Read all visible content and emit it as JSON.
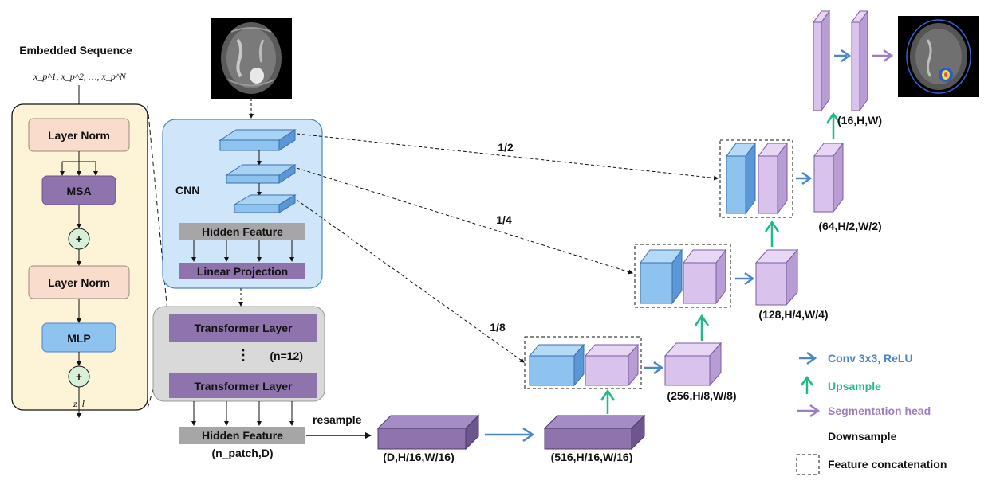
{
  "encoder": {
    "title": "Embedded Sequence",
    "input_seq": "x_p^1, x_p^2, …, x_p^N",
    "block": [
      "Layer Norm",
      "MSA",
      "Layer Norm",
      "MLP"
    ],
    "output": "z_l",
    "plus": "+"
  },
  "cnn": {
    "label": "CNN",
    "hidden_feature": "Hidden Feature",
    "linear_projection": "Linear Projection"
  },
  "transformer": {
    "layer_top": "Transformer Layer",
    "layer_bottom": "Transformer Layer",
    "repeat": "(n=12)",
    "dots": "⋮"
  },
  "bottom": {
    "hidden_feature": "Hidden Feature",
    "shape": "(n_patch,D)",
    "resample": "resample"
  },
  "shapes": {
    "s1": "(D,H/16,W/16)",
    "s2": "(516,H/16,W/16)",
    "s3": "(256,H/8,W/8)",
    "s4": "(128,H/4,W/4)",
    "s5": "(64,H/2,W/2)",
    "s6": "(16,H,W)"
  },
  "skips": {
    "half": "1/2",
    "quarter": "1/4",
    "eighth": "1/8"
  },
  "legend": {
    "conv": "Conv 3x3, ReLU",
    "upsample": "Upsample",
    "seghead": "Segmentation head",
    "downsample": "Downsample",
    "concat": "Feature concatenation"
  },
  "colors": {
    "conv": "#4a86c8",
    "upsample": "#1fb98a",
    "seghead": "#9d7fbf",
    "blue_box": "#8ec3f0",
    "lilac_box": "#d9c3ec",
    "dark_purple": "#8e73ad",
    "layernorm": "#f9dccb",
    "encoder_bg": "#fdf3d6",
    "cnn_bg": "#cfe5f9",
    "transformer_bg": "#d9d9d9",
    "gray_bar": "#a6a6a6"
  }
}
